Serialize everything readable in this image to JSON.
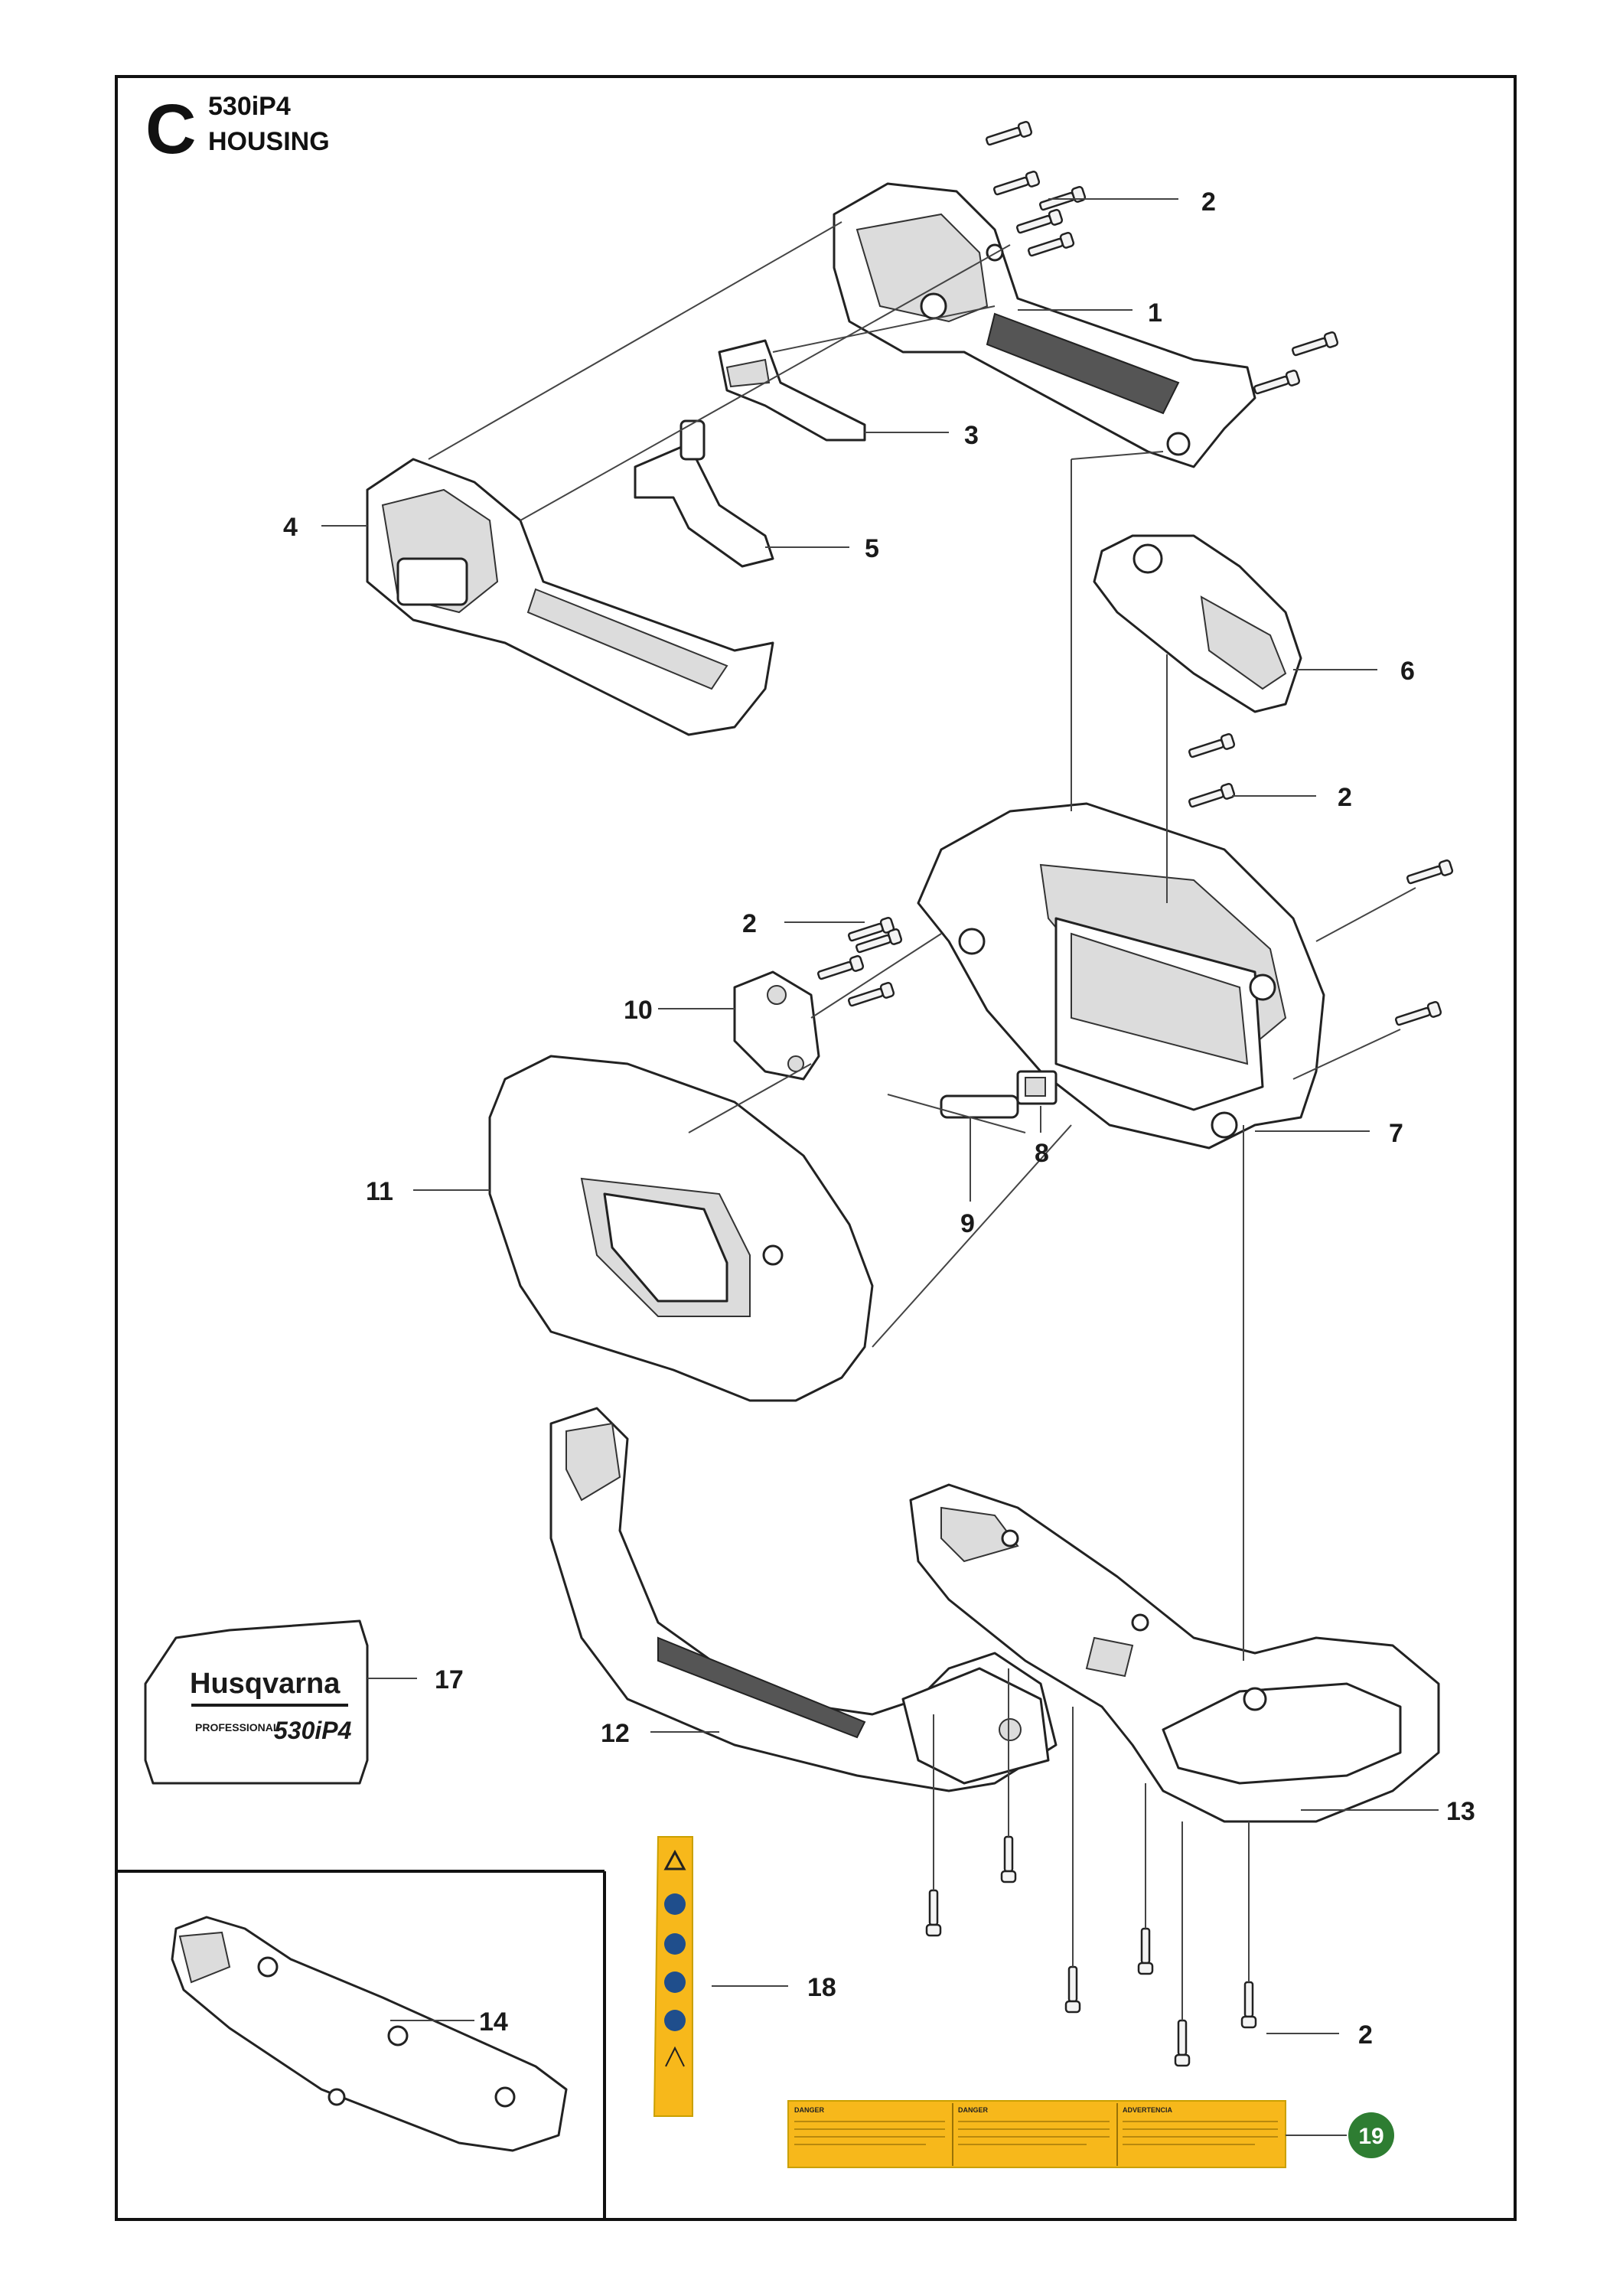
{
  "header": {
    "section_letter": "C",
    "model": "530iP4",
    "title": "HOUSING"
  },
  "callouts": [
    {
      "id": "c1",
      "text": "1"
    },
    {
      "id": "c2a",
      "text": "2"
    },
    {
      "id": "c2b",
      "text": "2"
    },
    {
      "id": "c2c",
      "text": "2"
    },
    {
      "id": "c2d",
      "text": "2"
    },
    {
      "id": "c3",
      "text": "3"
    },
    {
      "id": "c4",
      "text": "4"
    },
    {
      "id": "c5",
      "text": "5"
    },
    {
      "id": "c6",
      "text": "6"
    },
    {
      "id": "c7",
      "text": "7"
    },
    {
      "id": "c8",
      "text": "8"
    },
    {
      "id": "c9",
      "text": "9"
    },
    {
      "id": "c10",
      "text": "10"
    },
    {
      "id": "c11",
      "text": "11"
    },
    {
      "id": "c12",
      "text": "12"
    },
    {
      "id": "c13",
      "text": "13"
    },
    {
      "id": "c14",
      "text": "14"
    },
    {
      "id": "c17",
      "text": "17"
    },
    {
      "id": "c18",
      "text": "18"
    },
    {
      "id": "c19",
      "text": "19"
    }
  ],
  "sticker": {
    "brand": "Husqvarna",
    "line": "PROFESSIONAL",
    "model": "530iP4"
  },
  "warning_label": {
    "headings": [
      "DANGER",
      "DANGER",
      "ADVERTENCIA"
    ]
  },
  "colors": {
    "badge_green": "#2e7d32",
    "label_yellow": "#f7b81b",
    "line": "#222222"
  }
}
